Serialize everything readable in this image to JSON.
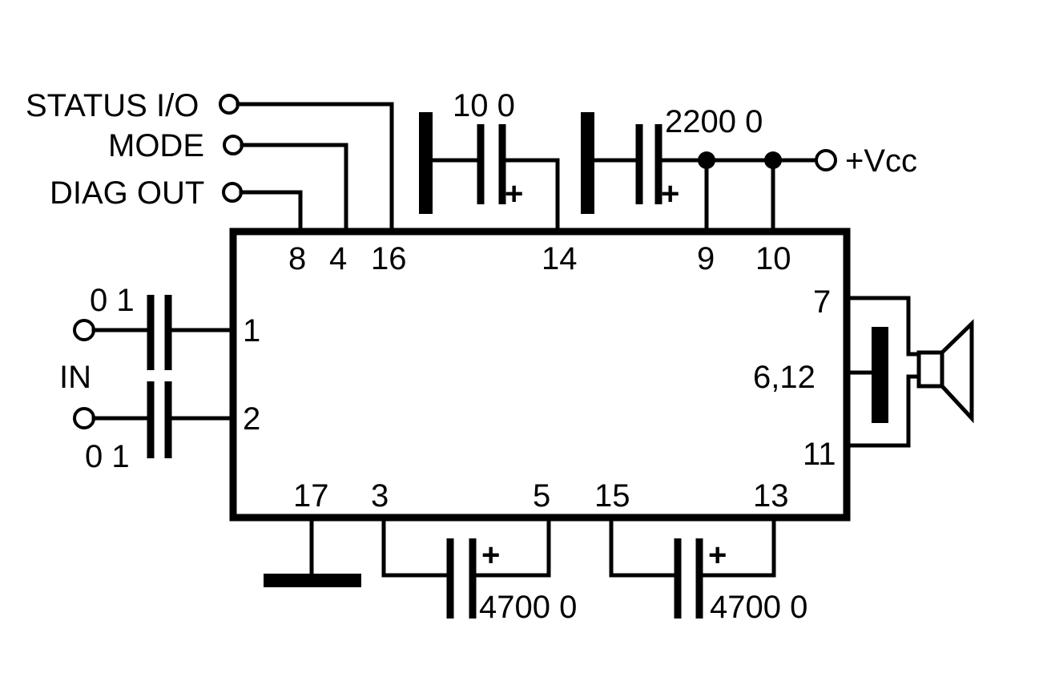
{
  "colors": {
    "ink": "#000000",
    "background": "#ffffff"
  },
  "labels": {
    "status_io": "STATUS I/O",
    "mode": "MODE",
    "diag_out": "DIAG OUT",
    "vcc": "+Vcc",
    "in": "IN",
    "cap_top_small": "10 0",
    "cap_top_large": "2200 0",
    "cap_in_top": "0 1",
    "cap_in_bottom": "0 1",
    "cap_bottom_left": "4700 0",
    "cap_bottom_right": "4700 0",
    "plus": "+"
  },
  "pins": {
    "p8": "8",
    "p4": "4",
    "p16": "16",
    "p14": "14",
    "p9": "9",
    "p10": "10",
    "p1": "1",
    "p2": "2",
    "p7": "7",
    "p6_12": "6,12",
    "p11": "11",
    "p17": "17",
    "p3": "3",
    "p5": "5",
    "p15": "15",
    "p13": "13"
  },
  "icons": [
    "speaker-icon",
    "ground-icon",
    "capacitor-icon",
    "terminal-icon"
  ]
}
